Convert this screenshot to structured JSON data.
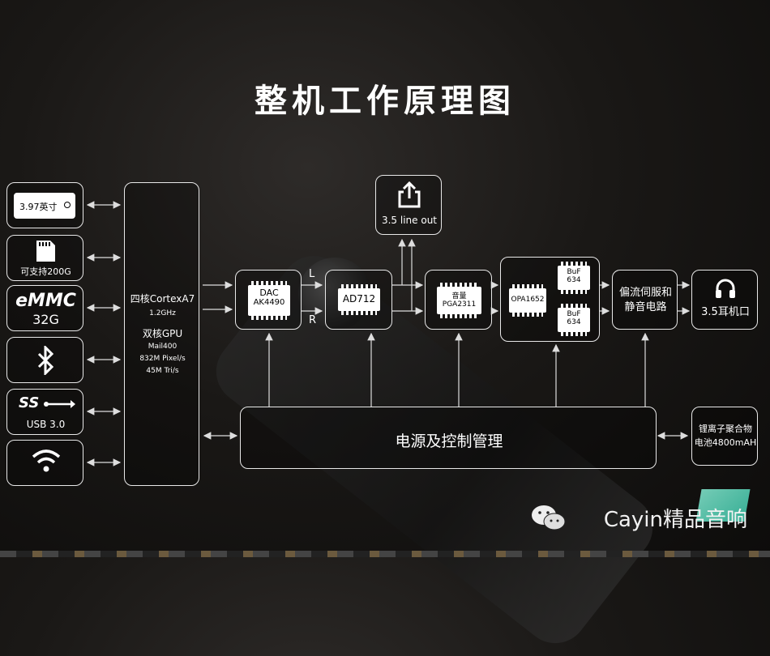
{
  "title": "整机工作原理图",
  "left_panels": {
    "screen": "3.97英寸",
    "sd": "可支持200G",
    "emmc_logo": "eMMC",
    "emmc_size": "32G",
    "usb_logo": "SS",
    "usb_label": "USB 3.0"
  },
  "cpu": {
    "name": "四核CortexA7",
    "freq": "1.2GHz",
    "gpu": "双核GPU",
    "gpu_model": "Mail400",
    "pixel": "832M Pixel/s",
    "tri": "45M Tri/s"
  },
  "dac": {
    "line1": "DAC",
    "line2": "AK4490"
  },
  "ad712": "AD712",
  "channel_l": "L",
  "channel_r": "R",
  "line_out": "3.5 line out",
  "volume": {
    "line1": "音量",
    "line2": "PGA2311"
  },
  "opa": "OPA1652",
  "buf1": {
    "line1": "BuF",
    "line2": "634"
  },
  "buf2": {
    "line1": "BuF",
    "line2": "634"
  },
  "servo": {
    "line1": "偏流伺服和",
    "line2": "静音电路"
  },
  "headphone": "3.5耳机口",
  "power": "电源及控制管理",
  "battery": {
    "line1": "锂离子聚合物",
    "line2": "电池4800mAH"
  },
  "watermark": "Cayin精品音响",
  "icons": [
    "display-icon",
    "sd-card-icon",
    "bluetooth-icon",
    "usb-icon",
    "wifi-icon",
    "share-icon",
    "headphone-icon",
    "wechat-icon"
  ]
}
